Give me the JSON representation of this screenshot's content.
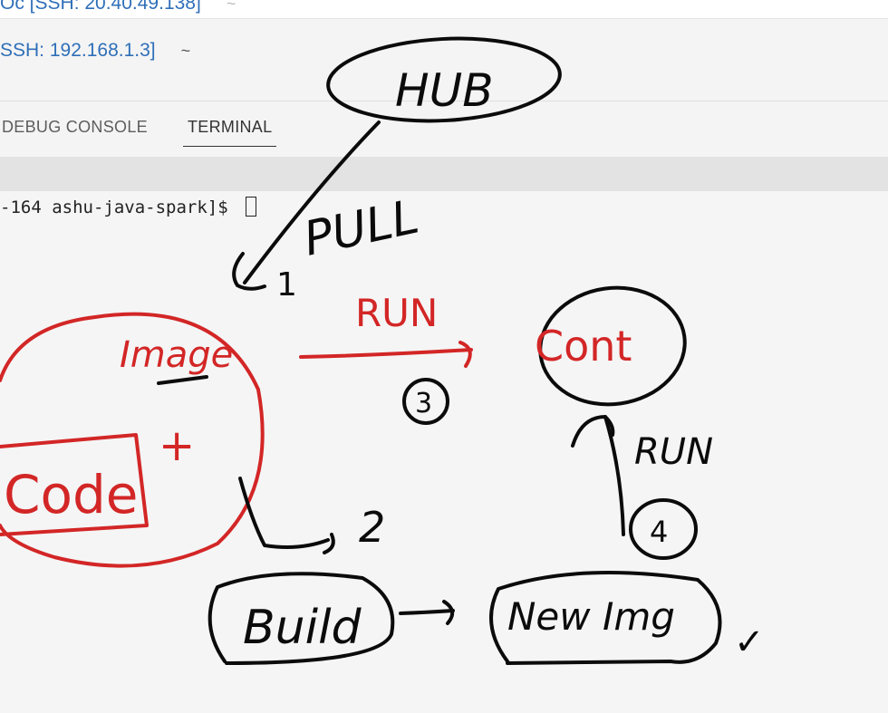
{
  "remote": {
    "host_1": "SSH: 20.40.49.138",
    "host_2": "SSH: 192.168.1.3",
    "tilde": "~"
  },
  "panel": {
    "tabs": [
      {
        "label": "DEBUG CONSOLE",
        "active": false
      },
      {
        "label": "TERMINAL",
        "active": true
      }
    ]
  },
  "terminal": {
    "prompt": "-164 ashu-java-spark]$ "
  },
  "annotations": {
    "hub": "HUB",
    "pull": "PULL",
    "pull_step": "1",
    "run_top": "RUN",
    "run_top_step": "3",
    "image": "Image",
    "plus": "+",
    "code": "Code",
    "container": "Cont",
    "run_right": "RUN",
    "run_right_step": "4",
    "build_step": "2",
    "build": "Build",
    "new_img": "New Img",
    "check": "✓"
  },
  "colors": {
    "ink_black": "#0b0b0b",
    "ink_red": "#d32626",
    "remote_blue": "#2f6fb8"
  }
}
